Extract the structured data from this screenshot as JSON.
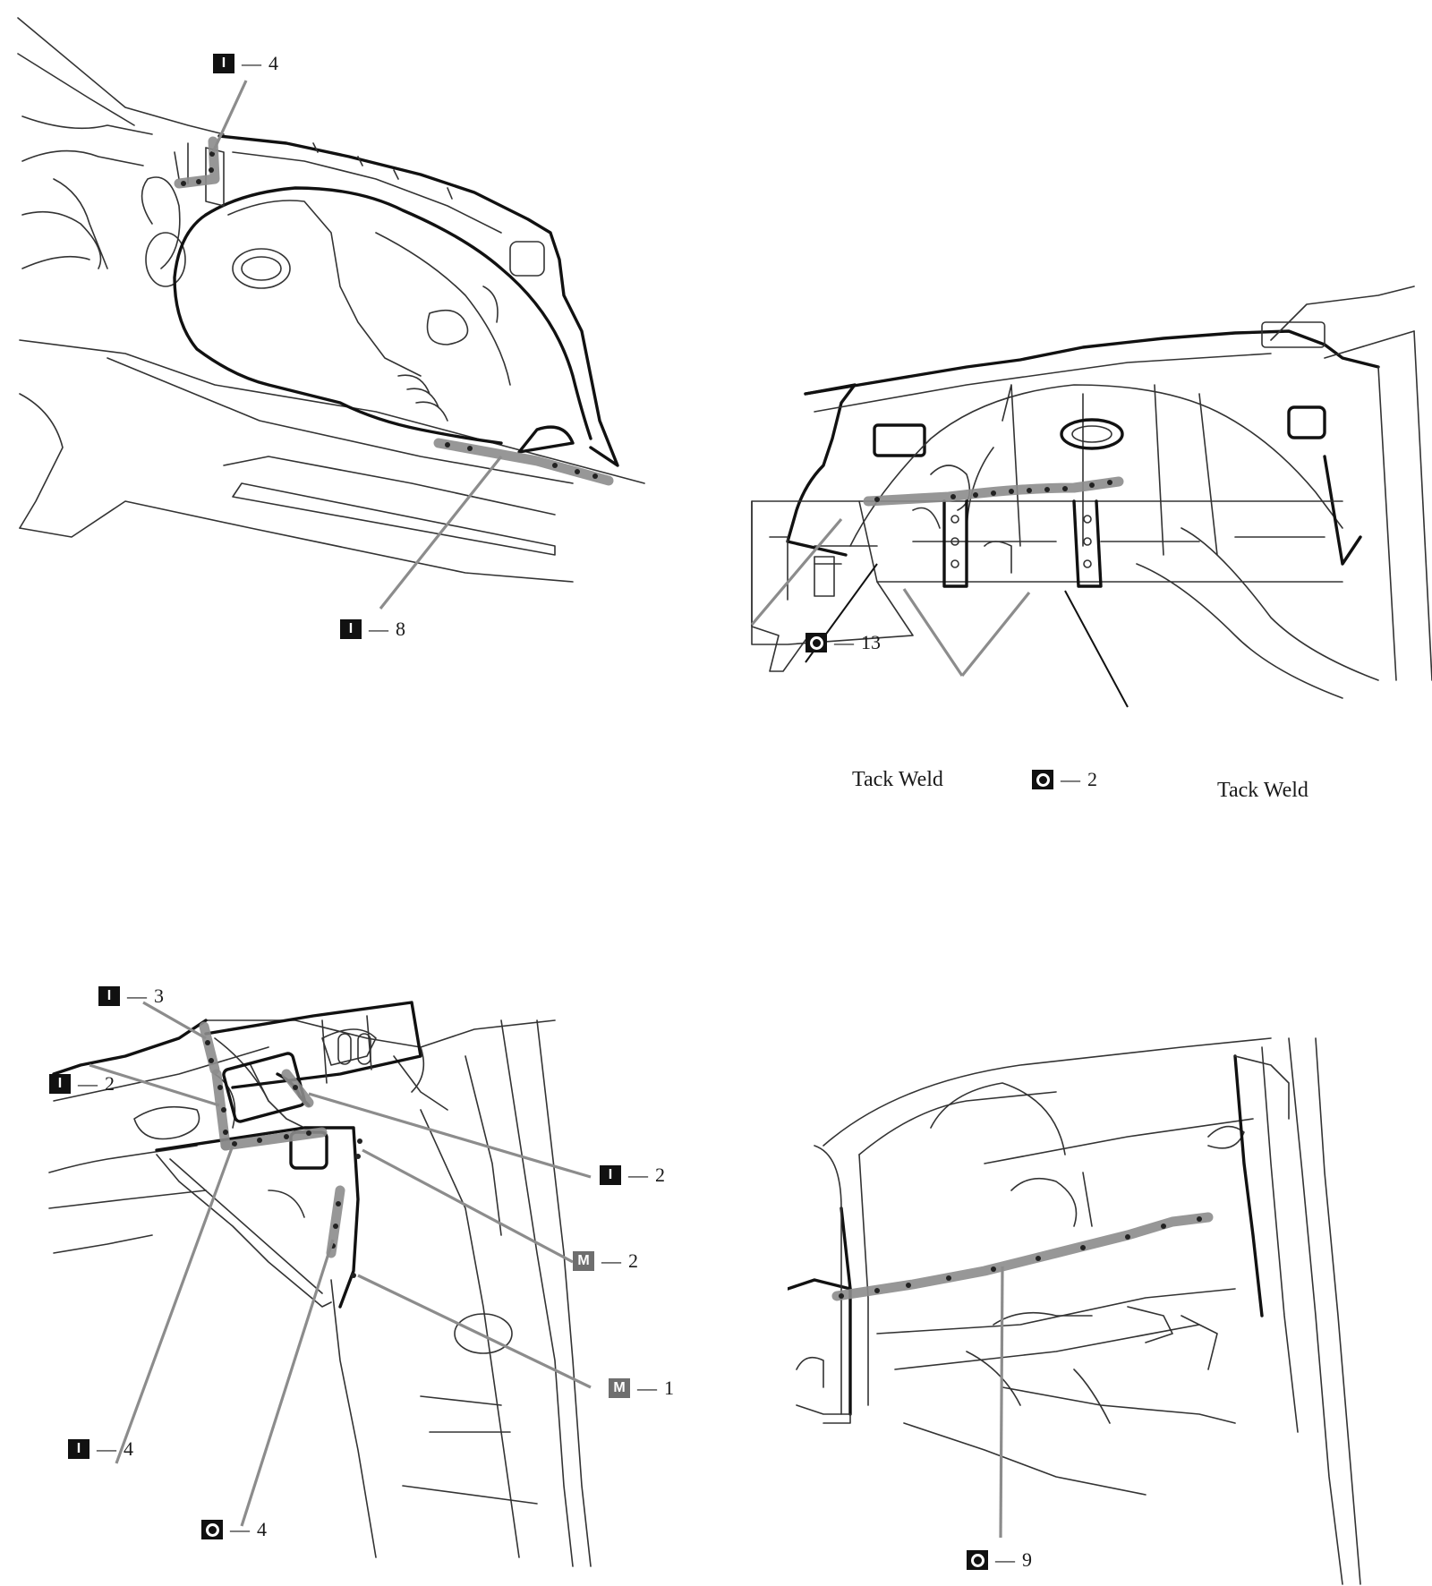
{
  "legend": {
    "I": "I",
    "O": "",
    "M": "M"
  },
  "panels": {
    "top_left": {
      "callouts": [
        {
          "symbol": "I",
          "sep": "—",
          "count": "4"
        },
        {
          "symbol": "I",
          "sep": "—",
          "count": "8"
        }
      ]
    },
    "top_right": {
      "callouts": [
        {
          "symbol": "O",
          "sep": "—",
          "count": "13"
        },
        {
          "symbol": "O",
          "sep": "—",
          "count": "2"
        }
      ],
      "labels": [
        "Tack Weld",
        "Tack Weld"
      ]
    },
    "bottom_left": {
      "callouts": [
        {
          "symbol": "I",
          "sep": "—",
          "count": "3"
        },
        {
          "symbol": "I",
          "sep": "—",
          "count": "2"
        },
        {
          "symbol": "I",
          "sep": "—",
          "count": "2"
        },
        {
          "symbol": "M",
          "sep": "—",
          "count": "2"
        },
        {
          "symbol": "M",
          "sep": "—",
          "count": "1"
        },
        {
          "symbol": "I",
          "sep": "—",
          "count": "4"
        },
        {
          "symbol": "O",
          "sep": "—",
          "count": "4"
        }
      ]
    },
    "bottom_right": {
      "callouts": [
        {
          "symbol": "O",
          "sep": "—",
          "count": "9"
        }
      ]
    }
  },
  "colors": {
    "weld_highlight": "#8c8c8c",
    "line": "#111111",
    "badge_dark": "#111111",
    "badge_mid": "#6e6e6e"
  }
}
